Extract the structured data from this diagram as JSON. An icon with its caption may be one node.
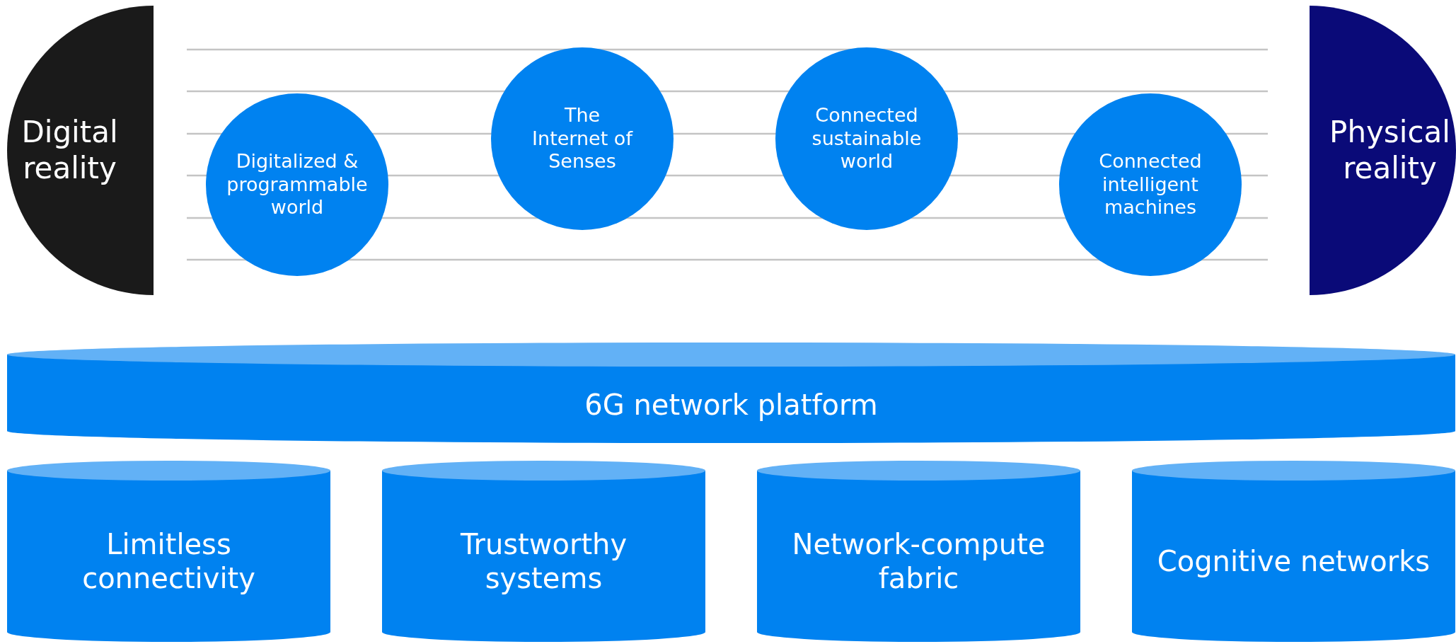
{
  "diagram": {
    "nodes": [
      {
        "text": [
          "Digital reality"
        ]
      },
      {
        "text": [
          "Physical reality"
        ]
      },
      {
        "text": [
          "Digitalized & programmable world"
        ]
      },
      {
        "text": [
          "The Internet of Senses"
        ]
      },
      {
        "text": [
          "Connected sustainable world"
        ]
      },
      {
        "text": [
          "Connected intelligent machines"
        ]
      },
      {
        "text": [
          "6G network platform"
        ]
      },
      {
        "text": [
          "Limitless connectivity"
        ]
      },
      {
        "text": [
          "Trustworthy systems"
        ]
      },
      {
        "text": [
          "Network-compute fabric"
        ]
      },
      {
        "text": [
          "Cognitive networks"
        ]
      }
    ]
  }
}
